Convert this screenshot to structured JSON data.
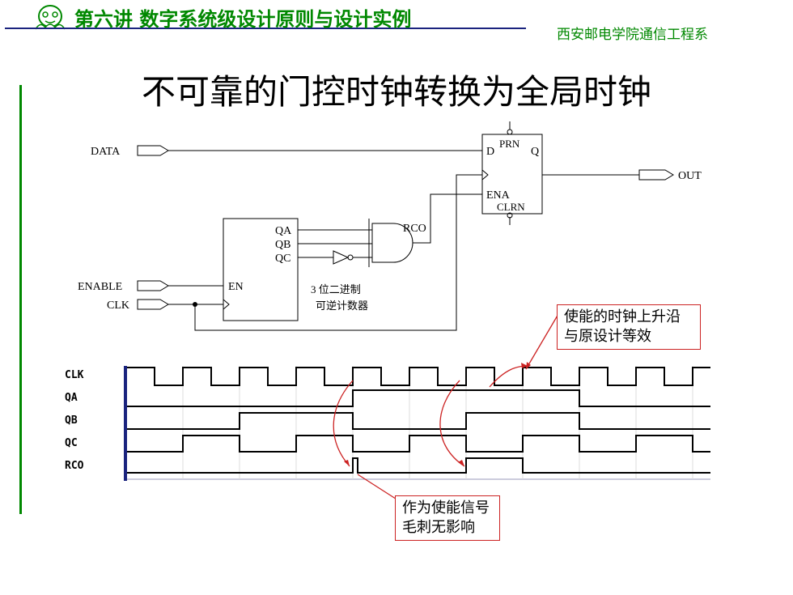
{
  "header": {
    "course_title": "第六讲 数字系统级设计原则与设计实例",
    "department": "西安邮电学院通信工程系"
  },
  "slide_title": "不可靠的门控时钟转换为全局时钟",
  "schematic": {
    "inputs": [
      "DATA",
      "ENABLE",
      "CLK"
    ],
    "output": "OUT",
    "counter": {
      "outputs": [
        "QA",
        "QB",
        "QC"
      ],
      "enable_pin": "EN",
      "caption_line1": "3 位二进制",
      "caption_line2": "可逆计数器"
    },
    "rco_label": "RCO",
    "dff": {
      "d_pin": "D",
      "prn_pin": "PRN",
      "q_pin": "Q",
      "ena_pin": "ENA",
      "clrn_pin": "CLRN"
    }
  },
  "waveforms": {
    "signals": [
      "CLK",
      "QA",
      "QB",
      "QC",
      "RCO"
    ]
  },
  "callouts": {
    "top": "使能的时钟上升沿与原设计等效",
    "bottom": "作为使能信号毛刺无影响"
  },
  "colors": {
    "header_text": "#008800",
    "accent_line": "#008800",
    "annotation": "#cc2222",
    "waveform_axis": "#1a237e"
  }
}
